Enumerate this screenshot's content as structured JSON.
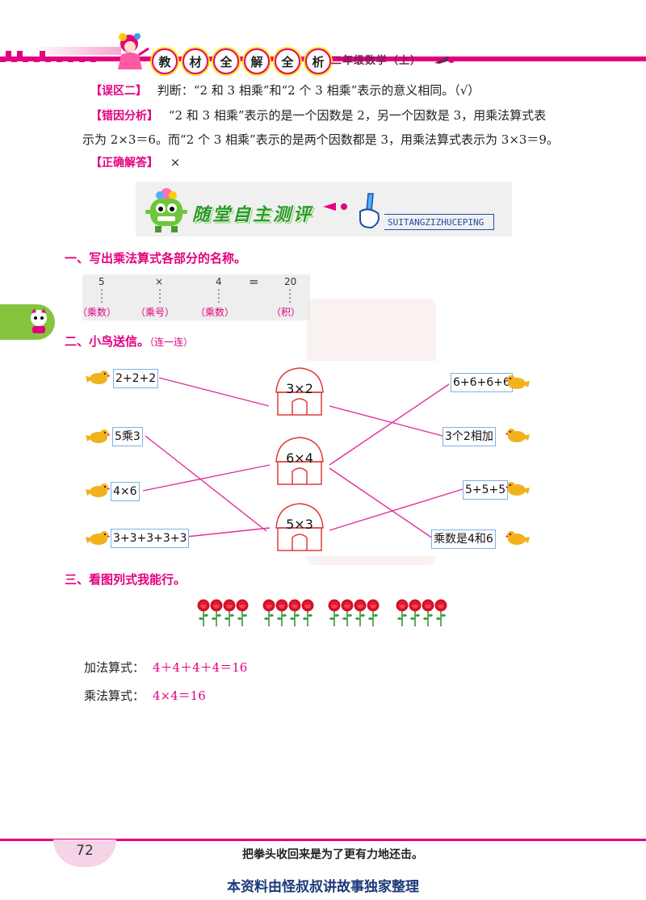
{
  "header": {
    "book_chars": [
      "教",
      "材",
      "全",
      "解",
      "全",
      "析"
    ],
    "subject": "二年级数学（上）"
  },
  "mistake": {
    "tag": "【误区二】",
    "text": "判断：“2 和 3 相乘”和“2 个 3 相乘”表示的意义相同。（√）",
    "analysis_tag": "【错因分析】",
    "analysis_1": "“2 和 3 相乘”表示的是一个因数是 2，另一个因数是 3，用乘法算式表",
    "analysis_2": "示为 2×3＝6。而“2 个 3 相乘”表示的是两个因数都是 3，用乘法算式表示为 3×3＝9。",
    "answer_tag": "【正确解答】",
    "answer": "×"
  },
  "banner": {
    "title": "随堂自主测评",
    "subtitle": "SUITANGZIZHUCEPING"
  },
  "section1": {
    "heading": "一、写出乘法算式各部分的名称。",
    "equation": [
      "5",
      "×",
      "4",
      "=",
      "20"
    ],
    "dots": ":",
    "answers": [
      "（乘数）",
      "（乘号）",
      "（乘数）",
      "（积）"
    ]
  },
  "section2": {
    "heading": "二、小鸟送信。",
    "note": "（连一连）",
    "left_boxes": [
      "2+2+2",
      "5乘3",
      "4×6",
      "3+3+3+3+3"
    ],
    "houses": [
      "3×2",
      "6×4",
      "5×3"
    ],
    "right_boxes": [
      "6+6+6+6",
      "3个2相加",
      "5+5+5",
      "乘数是4和6"
    ]
  },
  "section3": {
    "heading": "三、看图列式我能行。",
    "flower_groups": 4,
    "flowers_per_group": 4,
    "add_label": "加法算式：",
    "add_answer": "4＋4＋4＋4＝16",
    "mul_label": "乘法算式：",
    "mul_answer": "4×4＝16"
  },
  "footer": {
    "page": "72",
    "motto": "把拳头收回来是为了更有力地还击。",
    "credit": "本资料由怪叔叔讲故事独家整理"
  },
  "colors": {
    "accent": "#e4007f",
    "green": "#86c440",
    "line": "#e0309a"
  }
}
